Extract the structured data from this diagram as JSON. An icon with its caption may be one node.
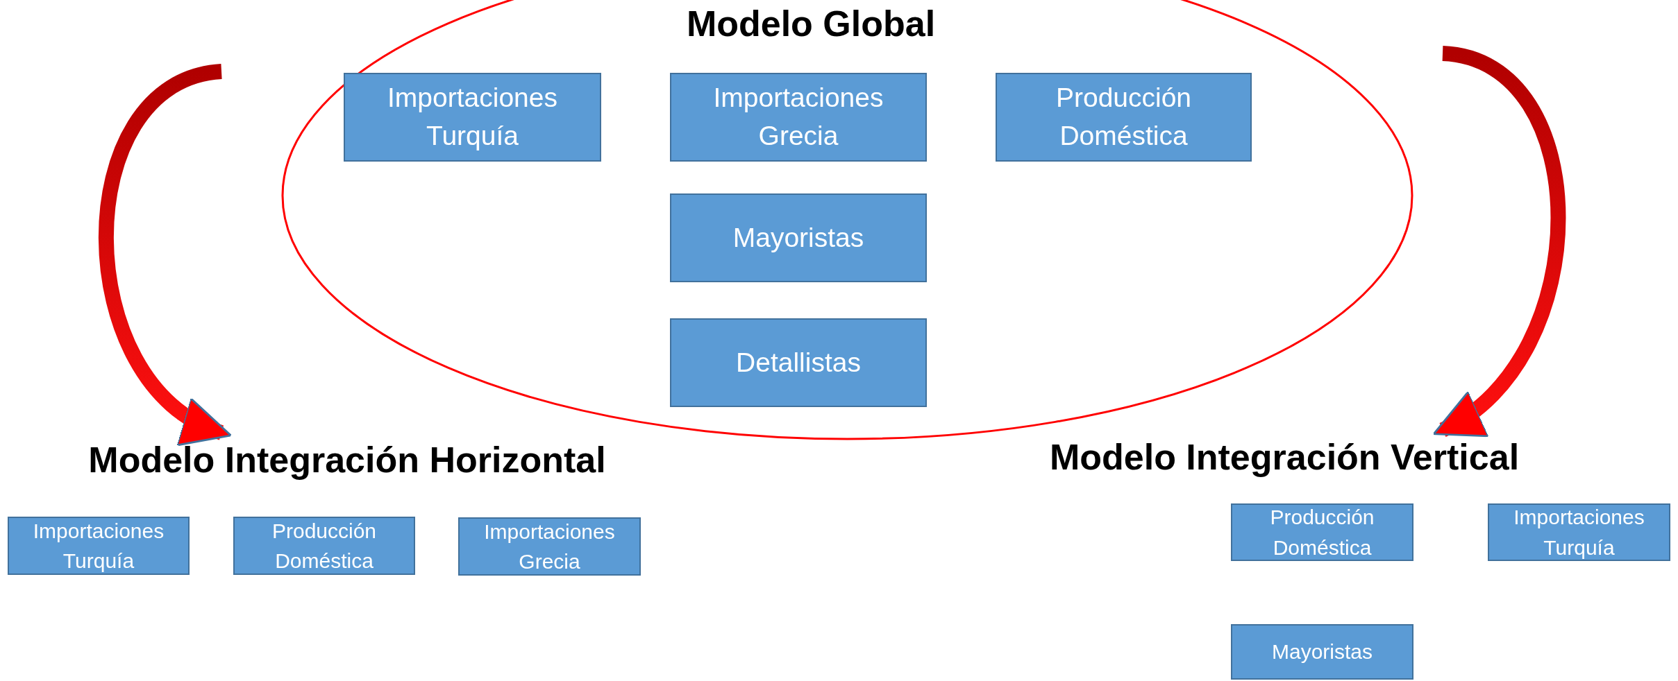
{
  "diagram": {
    "nodes": [
      {
        "text": [
          "Modelo Global"
        ]
      },
      {
        "text": [
          "Importaciones Turquía"
        ],
        "in": 0
      },
      {
        "text": [
          "Importaciones Grecia"
        ],
        "in": 0
      },
      {
        "text": [
          "Producción Doméstica"
        ],
        "in": 0
      },
      {
        "text": [
          "Mayoristas"
        ],
        "in": 0
      },
      {
        "text": [
          "Detallistas"
        ],
        "in": 0
      },
      {
        "text": [
          "Modelo Integración Horizontal"
        ]
      },
      {
        "text": [
          "Importaciones Turquía"
        ]
      },
      {
        "text": [
          "Producción Doméstica"
        ]
      },
      {
        "text": [
          "Importaciones Grecia"
        ]
      },
      {
        "text": [
          "Modelo Integración Vertical"
        ]
      },
      {
        "text": [
          "Producción Doméstica"
        ]
      },
      {
        "text": [
          "Importaciones Turquía"
        ]
      },
      {
        "text": [
          "Mayoristas"
        ]
      }
    ],
    "edges": [
      {
        "from": 0,
        "to": 6,
        "arrow": "to",
        "style": "thick"
      },
      {
        "from": 0,
        "to": 10,
        "arrow": "to",
        "style": "thick"
      }
    ]
  }
}
